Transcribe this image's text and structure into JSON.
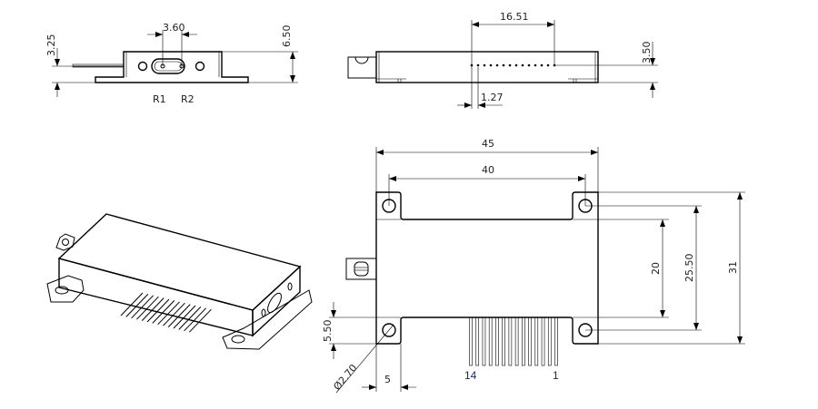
{
  "top_left_view": {
    "dim_pin_spacing": "3.60",
    "dim_height": "6.50",
    "dim_lead_height": "3.25",
    "pin_labels": [
      "R1",
      "R2"
    ]
  },
  "top_right_view": {
    "dim_pin_row_length": "16.51",
    "dim_pin_height": "3.50",
    "dim_pin_pitch": "1.27"
  },
  "front_view": {
    "dim_overall_width": "45",
    "dim_hole_spacing": "40",
    "dim_body_height": "20",
    "dim_hole_vertical": "25.50",
    "dim_overall_height": "31",
    "dim_flange": "5.50",
    "dim_tab_width": "5",
    "dim_hole_diameter": "Ø2.70",
    "pin_first_label": "14",
    "pin_last_label": "1",
    "pin_count": 14
  }
}
